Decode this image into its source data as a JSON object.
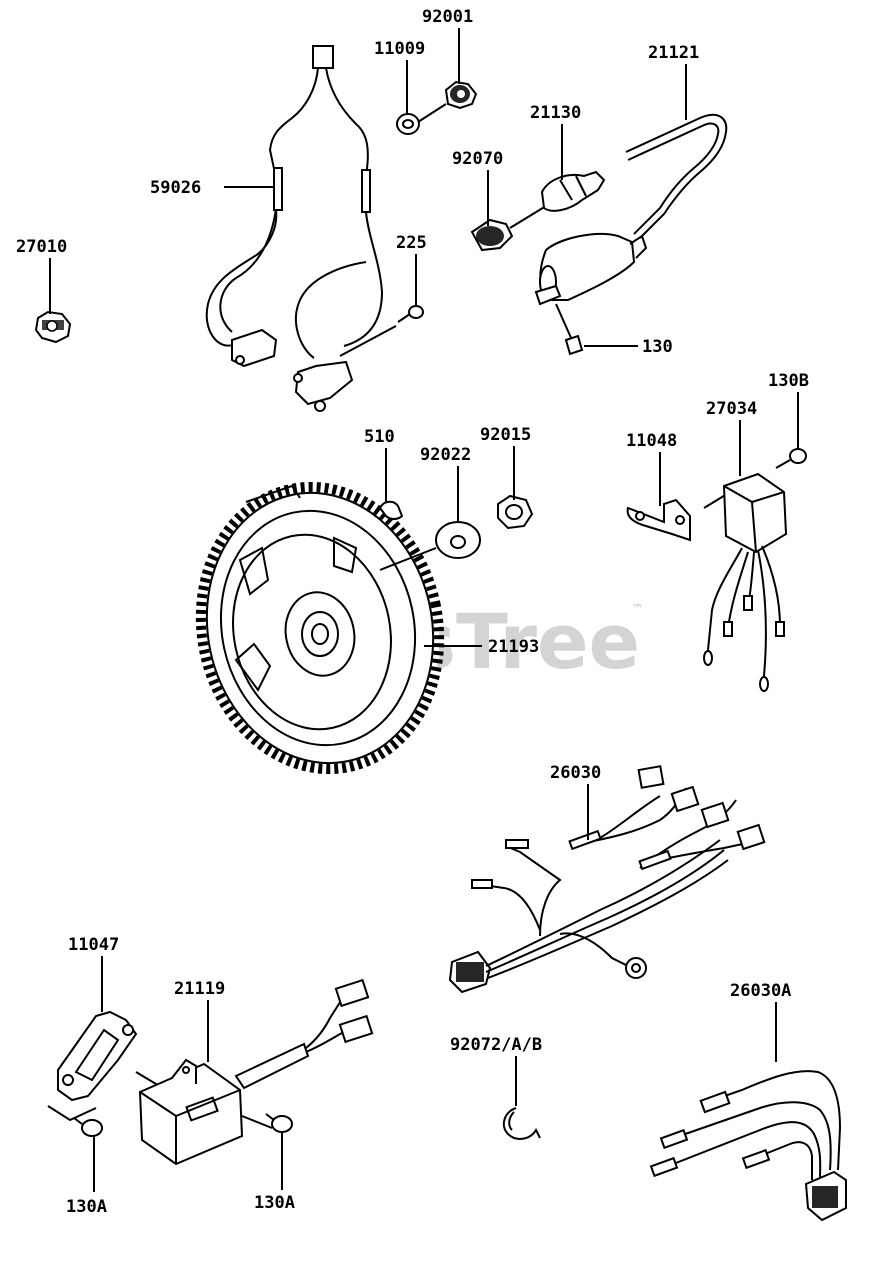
{
  "watermark": {
    "text": "PartsTree",
    "trademark": "™"
  },
  "callouts": {
    "c92001": "92001",
    "c11009": "11009",
    "c21121": "21121",
    "c21130": "21130",
    "c92070": "92070",
    "c59026": "59026",
    "c27010": "27010",
    "c225": "225",
    "c130": "130",
    "c130B": "130B",
    "c27034": "27034",
    "c11048": "11048",
    "c510": "510",
    "c92015": "92015",
    "c92022": "92022",
    "c21193": "21193",
    "c26030": "26030",
    "c11047": "11047",
    "c21119": "21119",
    "c92072": "92072/A/B",
    "c26030A": "26030A",
    "c130A_left": "130A",
    "c130A_right": "130A"
  }
}
